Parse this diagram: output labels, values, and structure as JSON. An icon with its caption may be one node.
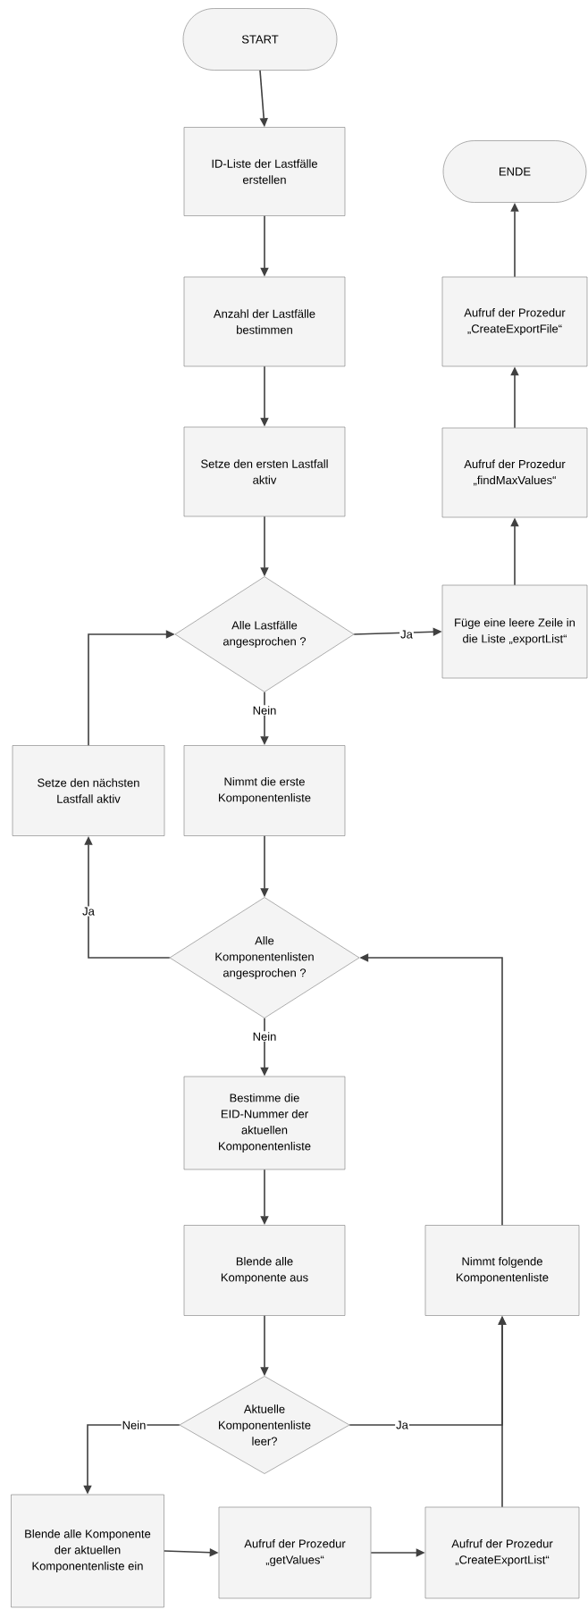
{
  "diagram": {
    "nodes": [
      {
        "text": [
          "START"
        ]
      },
      {
        "text": [
          "ID-Liste der Lastfälle erstellen"
        ]
      },
      {
        "text": [
          "Anzahl der Lastfälle bestimmen"
        ]
      },
      {
        "text": [
          "Setze den ersten Lastfall aktiv"
        ]
      },
      {
        "text": [
          "Alle Lastfälle angesprochen ?"
        ]
      },
      {
        "text": [
          "Füge eine leere Zeile in die Liste „exportList“"
        ]
      },
      {
        "text": [
          "Aufruf der Prozedur „findMaxValues“"
        ]
      },
      {
        "text": [
          "Aufruf der Prozedur „CreateExportFile“"
        ]
      },
      {
        "text": [
          "ENDE"
        ]
      },
      {
        "text": [
          "Setze den nächsten Lastfall aktiv"
        ]
      },
      {
        "text": [
          "Nimmt die erste Komponentenliste"
        ]
      },
      {
        "text": [
          "Alle Komponentenlisten angesprochen ?"
        ]
      },
      {
        "text": [
          "Bestimme die EID-Nummer der aktuellen Komponentenliste"
        ]
      },
      {
        "text": [
          "Blende alle Komponente aus"
        ]
      },
      {
        "text": [
          "Nimmt folgende Komponentenliste"
        ]
      },
      {
        "text": [
          "Aktuelle Komponentenliste leer?"
        ]
      },
      {
        "text": [
          "Blende alle Komponente der aktuellen Komponentenliste ein"
        ]
      },
      {
        "text": [
          "Aufruf der Prozedur „getValues“"
        ]
      },
      {
        "text": [
          "Aufruf der Prozedur „CreateExportList“"
        ]
      }
    ],
    "edges": [
      {
        "from": 0,
        "to": 1,
        "arrow": "to"
      },
      {
        "from": 1,
        "to": 2,
        "arrow": "to"
      },
      {
        "from": 2,
        "to": 3,
        "arrow": "to"
      },
      {
        "from": 3,
        "to": 4,
        "arrow": "to"
      },
      {
        "from": 4,
        "to": 5,
        "arrow": "to",
        "label": "Ja"
      },
      {
        "from": 5,
        "to": 6,
        "arrow": "to"
      },
      {
        "from": 6,
        "to": 7,
        "arrow": "to"
      },
      {
        "from": 7,
        "to": 8,
        "arrow": "to"
      },
      {
        "from": 4,
        "to": 10,
        "arrow": "to",
        "label": "Nein"
      },
      {
        "from": 10,
        "to": 11,
        "arrow": "to"
      },
      {
        "from": 11,
        "to": 9,
        "arrow": "to",
        "label": "Ja"
      },
      {
        "from": 9,
        "to": 4,
        "arrow": "to"
      },
      {
        "from": 11,
        "to": 12,
        "arrow": "to",
        "label": "Nein"
      },
      {
        "from": 12,
        "to": 13,
        "arrow": "to"
      },
      {
        "from": 13,
        "to": 15,
        "arrow": "to"
      },
      {
        "from": 15,
        "to": 16,
        "arrow": "to",
        "label": "Nein"
      },
      {
        "from": 15,
        "to": 14,
        "arrow": "to",
        "label": "Ja"
      },
      {
        "from": 16,
        "to": 17,
        "arrow": "to"
      },
      {
        "from": 17,
        "to": 18,
        "arrow": "to"
      },
      {
        "from": 18,
        "to": 14,
        "arrow": "to"
      },
      {
        "from": 14,
        "to": 11,
        "arrow": "to"
      }
    ]
  }
}
